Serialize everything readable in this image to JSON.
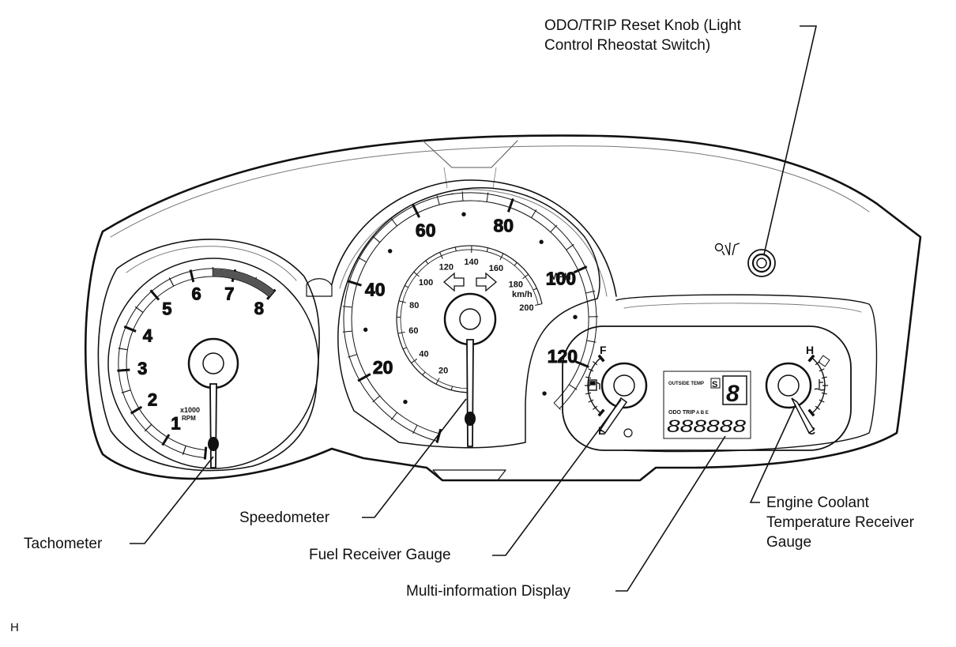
{
  "callouts": {
    "reset_knob_line1": "ODO/TRIP Reset Knob (Light",
    "reset_knob_line2": "Control Rheostat Switch)",
    "tachometer": "Tachometer",
    "speedometer": "Speedometer",
    "fuel_gauge": "Fuel Receiver Gauge",
    "multi_display": "Multi-information Display",
    "coolant_line1": "Engine Coolant",
    "coolant_line2": "Temperature Receiver",
    "coolant_line3": "Gauge"
  },
  "figure_code": "H",
  "tachometer": {
    "numerals": [
      "1",
      "2",
      "3",
      "4",
      "5",
      "6",
      "7",
      "8"
    ],
    "unit_line1": "x1000",
    "unit_line2": "RPM"
  },
  "speedometer": {
    "mph_numerals": [
      "20",
      "40",
      "60",
      "80",
      "100",
      "120"
    ],
    "kmh_numerals": [
      "20",
      "40",
      "60",
      "80",
      "100",
      "120",
      "140",
      "160",
      "180",
      "200"
    ],
    "mph_unit": "MPH",
    "kmh_unit": "km/h"
  },
  "fuel": {
    "full": "F",
    "empty": "E"
  },
  "coolant": {
    "hot": "H",
    "cold": "C"
  },
  "display": {
    "outside_temp": "OUTSIDE TEMP",
    "s_indicator": "S",
    "gear_digit": "8",
    "odo_trip": "ODO TRIP",
    "trip_ab": "A B E",
    "odometer": "888888"
  }
}
